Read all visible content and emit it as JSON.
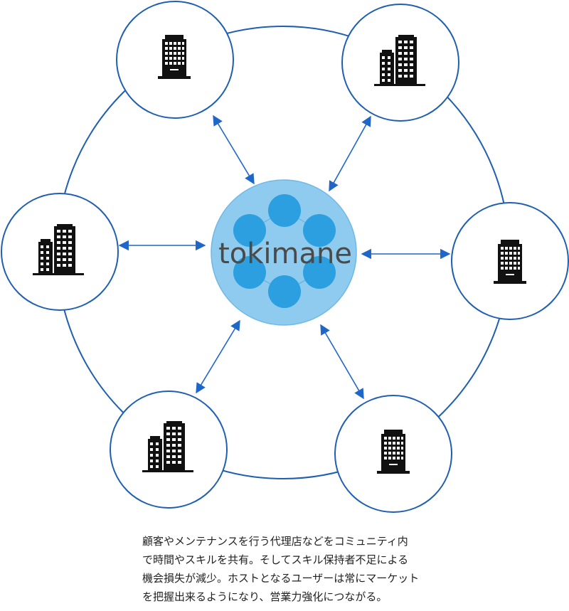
{
  "hub": {
    "label": "tokimane",
    "fill_color": "#8ecbef",
    "dot_color": "#2b9fe0"
  },
  "colors": {
    "ring": "#1f5fb0",
    "arrow": "#1f66c9",
    "building": "#111111"
  },
  "nodes": [
    {
      "name": "node-top-left",
      "icon": "office-building-icon"
    },
    {
      "name": "node-top-right",
      "icon": "office-towers-icon"
    },
    {
      "name": "node-left",
      "icon": "office-towers-icon"
    },
    {
      "name": "node-right",
      "icon": "office-building-icon"
    },
    {
      "name": "node-bottom-left",
      "icon": "office-towers-icon"
    },
    {
      "name": "node-bottom-right",
      "icon": "office-building-icon"
    }
  ],
  "caption": {
    "lines": [
      "顧客やメンテナンスを行う代理店などをコミュニティ内",
      "で時間やスキルを共有。そしてスキル保持者不足による",
      "機会損失が減少。ホストとなるユーザーは常にマーケット",
      "を把握出来るようになり、営業力強化につながる。"
    ]
  }
}
